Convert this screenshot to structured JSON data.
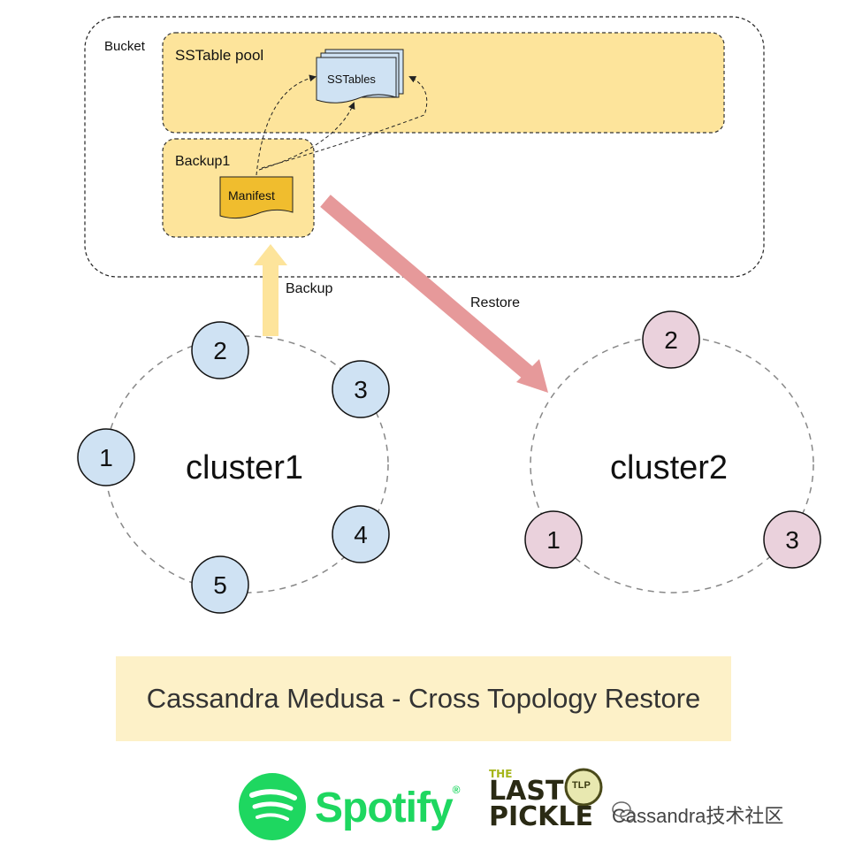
{
  "bucket": {
    "label": "Bucket",
    "sstable_pool": {
      "label": "SSTable pool",
      "doc_label": "SSTables"
    },
    "backup": {
      "label": "Backup1",
      "doc_label": "Manifest"
    }
  },
  "arrows": {
    "backup_label": "Backup",
    "restore_label": "Restore"
  },
  "cluster1": {
    "label": "cluster1",
    "nodes": [
      "1",
      "2",
      "3",
      "4",
      "5"
    ]
  },
  "cluster2": {
    "label": "cluster2",
    "nodes": [
      "1",
      "2",
      "3"
    ]
  },
  "title": "Cassandra Medusa - Cross Topology Restore",
  "logos": {
    "spotify": "Spotify",
    "spotify_reg": "®",
    "tlp_the": "THE",
    "tlp_last": "LAST",
    "tlp_pickle": "PICKLE",
    "tlp_badge": "TLP"
  },
  "watermark": "Cassandra技术社区",
  "colors": {
    "pool_fill": "#fde49b",
    "manifest_fill": "#f0bd2e",
    "sstable_fill": "#cfe2f3",
    "cluster1_node": "#cfe2f3",
    "cluster2_node": "#ead1dc",
    "backup_arrow": "#fde49b",
    "restore_arrow": "#e6999a",
    "spotify_green": "#1ed760"
  }
}
